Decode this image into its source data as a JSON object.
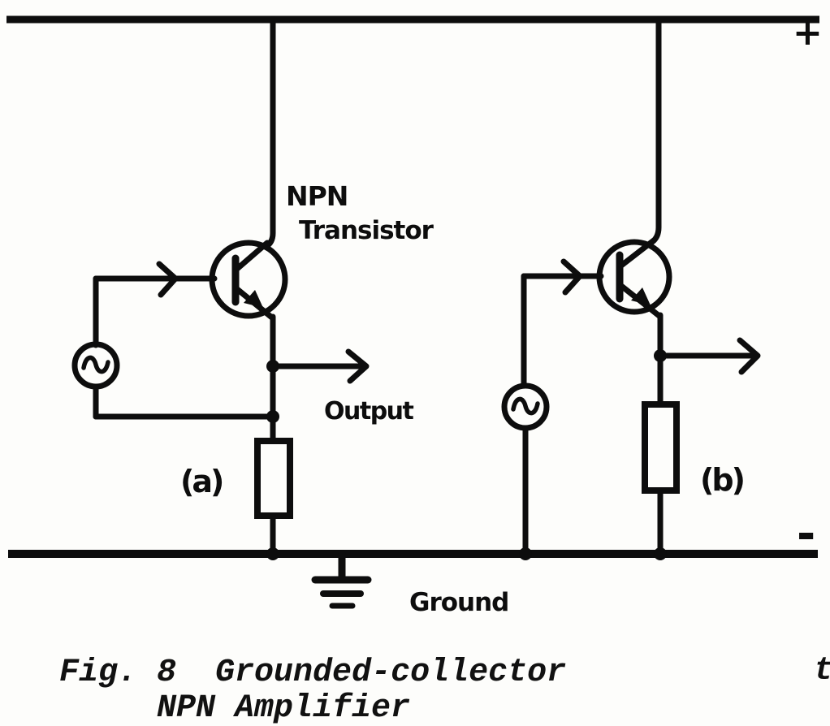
{
  "figure": {
    "type": "scanned-circuit-schematic",
    "power_rails": {
      "positive_label": "+",
      "negative_label": "-"
    },
    "labels": {
      "transistor_line1": "NPN",
      "transistor_line2": "Transistor",
      "output": "Output",
      "ground": "Ground",
      "circuit_a": "(a)",
      "circuit_b": "(b)",
      "stray_text": "t"
    },
    "caption": {
      "line1": "Fig. 8  Grounded-collector",
      "line2": "NPN Amplifier"
    },
    "colors": {
      "ink": "#0d0d0d",
      "paper": "#fdfdfb"
    }
  }
}
